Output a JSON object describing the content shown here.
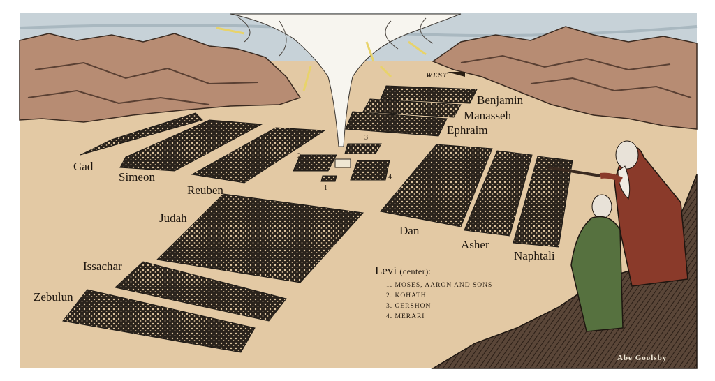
{
  "tribes": {
    "benjamin": "Benjamin",
    "manasseh": "Manasseh",
    "ephraim": "Ephraim",
    "gad": "Gad",
    "simeon": "Simeon",
    "reuben": "Reuben",
    "judah": "Judah",
    "issachar": "Issachar",
    "zebulun": "Zebulun",
    "dan": "Dan",
    "asher": "Asher",
    "naphtali": "Naphtali"
  },
  "compass": {
    "west": "WEST"
  },
  "center_numbers": [
    "1",
    "2",
    "3",
    "4"
  ],
  "legend": {
    "title": "Levi",
    "subtitle": "(center):",
    "items": [
      "1. MOSES, AARON AND SONS",
      "2. KOHATH",
      "3. GERSHON",
      "4. MERARI"
    ]
  },
  "signature": "Abe Goolsby",
  "colors": {
    "sky": "#c7d2d8",
    "ground": "#e3c9a4",
    "mountains": "#b78c73",
    "camp_ink": "#1e1a16",
    "robe_red": "#8a3a2a",
    "robe_green": "#56713f"
  }
}
